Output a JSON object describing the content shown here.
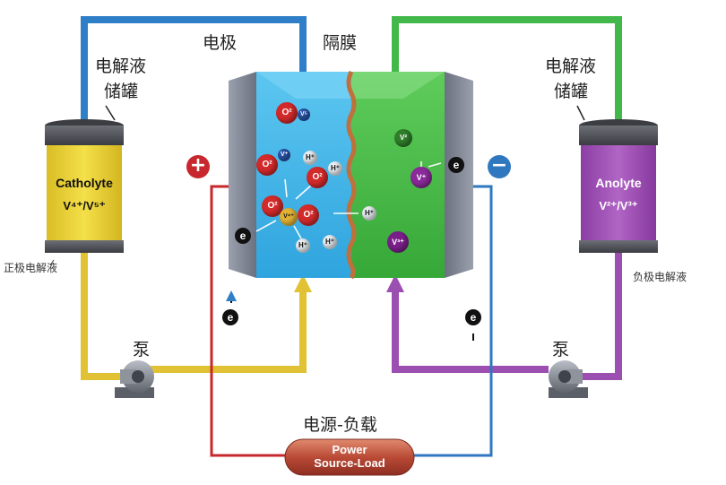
{
  "labels": {
    "electrode": "电极",
    "membrane": "隔膜",
    "left_tank_title_1": "电解液",
    "left_tank_title_2": "储罐",
    "right_tank_title_1": "电解液",
    "right_tank_title_2": "储罐",
    "positive_electrolyte": "正极电解液",
    "negative_electrolyte": "负极电解液",
    "left_pump": "泵",
    "right_pump": "泵",
    "power_caption": "电源-负载"
  },
  "catholyte": {
    "name": "Catholyte",
    "ions": "V⁴⁺/V⁵⁺",
    "color": "#e8d23c"
  },
  "anolyte": {
    "name": "Anolyte",
    "ions": "V²⁺/V³⁺",
    "color": "#9b4fb0"
  },
  "power_box": {
    "line1": "Power",
    "line2": "Source-Load"
  },
  "terminals": {
    "positive": "+",
    "negative": "−"
  },
  "electron_label": "e",
  "ions": {
    "vanadium_plus": "V⁺",
    "oxygen": "O²",
    "hydrogen": "H⁺",
    "v4": "V⁴⁺",
    "v5": "V⁵",
    "v2": "V²",
    "v3": "V³⁺"
  },
  "colors": {
    "blue_pipe": "#2f7fc8",
    "green_pipe": "#42b84a",
    "yellow_pipe": "#e0c234",
    "purple_pipe": "#9b4fb0",
    "red_wire": "#c7282d",
    "blue_wire": "#2f78c0",
    "electrode_gray": "#8a8f9a",
    "catholyte_cell": "#40b6ea",
    "anolyte_cell": "#4dc04a"
  }
}
